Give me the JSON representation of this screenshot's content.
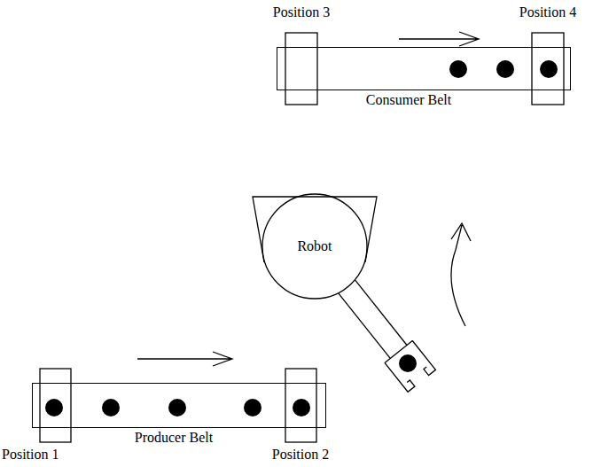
{
  "diagram": {
    "nodes": [
      {
        "text": [
          "Consumer Belt"
        ]
      },
      {
        "text": [
          "Producer Belt"
        ]
      },
      {
        "text": [
          "Robot"
        ]
      }
    ],
    "labels": [
      "Position 3",
      "Position 4",
      "Position 1",
      "Position 2"
    ]
  }
}
